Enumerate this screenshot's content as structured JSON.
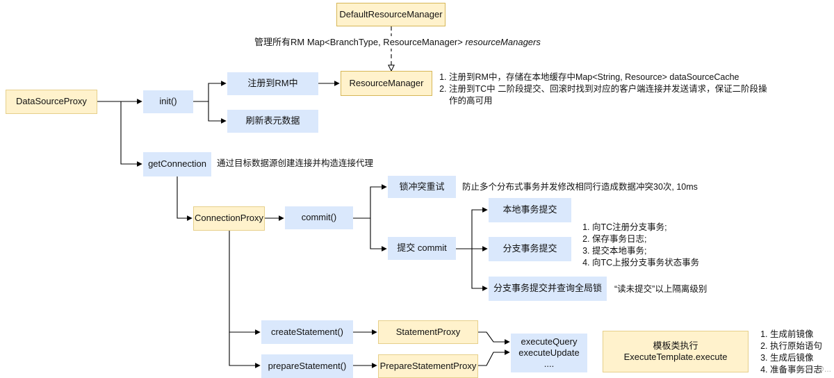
{
  "nodes": {
    "default_rm": "DefaultResourceManager",
    "resource_manager": "ResourceManager",
    "data_source_proxy": "DataSourceProxy",
    "init": "init()",
    "register_rm": "注册到RM中",
    "refresh_meta": "刷新表元数据",
    "get_connection": "getConnection",
    "connection_proxy": "ConnectionProxy",
    "commit": "commit()",
    "lock_retry": "锁冲突重试",
    "commit_submit": "提交 commit",
    "local_tx_commit": "本地事务提交",
    "branch_tx_commit": "分支事务提交",
    "branch_global_lock": "分支事务提交并查询全局锁",
    "create_statement": "createStatement()",
    "prepare_statement": "prepareStatement()",
    "statement_proxy": "StatementProxy",
    "prepare_statement_proxy": "PrepareStatementProxy",
    "execute_lines": [
      "executeQuery",
      "executeUpdate",
      "...."
    ],
    "template_exec_lines": [
      "模板类执行",
      "ExecuteTemplate.execute"
    ]
  },
  "annotations": {
    "rm_map_prefix": "管理所有RM Map<BranchType,  ResourceManager> ",
    "rm_map_var": "resourceManagers",
    "rm_notes": [
      "注册到RM中，存储在本地缓存中Map<String, Resource> dataSourceCache",
      "注册到TC中 二阶段提交、回滚时找到对应的客户端连接并发送请求，保证二阶段操作的高可用"
    ],
    "get_connection_note": "通过目标数据源创建连接并构造连接代理",
    "lock_retry_note": "防止多个分布式事务并发修改相同行造成数据冲突30次, 10ms",
    "branch_steps": [
      "向TC注册分支事务;",
      "保存事务日志;",
      "提交本地事务;",
      "向TC上报分支事务状态事务"
    ],
    "read_committed_note": "“读未提交”以上隔离级别",
    "template_steps": [
      "生成前镜像",
      "执行原始语句",
      "生成后镜像",
      "准备事务日志"
    ]
  },
  "watermark": "CSDN @...",
  "colors": {
    "yellow_fill": "#fff2cc",
    "blue_fill": "#dae8fc",
    "edge": "#000000"
  }
}
